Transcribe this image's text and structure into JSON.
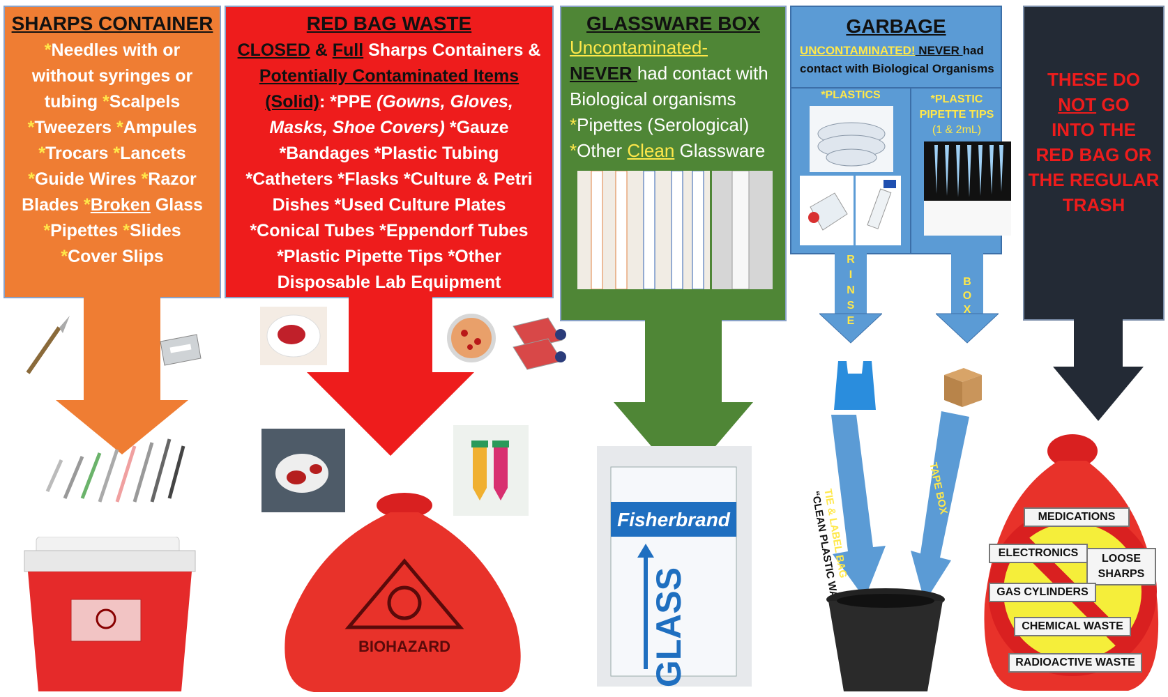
{
  "colors": {
    "orange": "#ef7d33",
    "red": "#ee1c1c",
    "green": "#4f8636",
    "blue": "#5b9bd5",
    "navy": "#232a35",
    "yellow": "#ffe84a"
  },
  "sharps": {
    "title": "SHARPS CONTAINER",
    "lines": [
      {
        "a": "*",
        "t": "Needles with or"
      },
      {
        "t": "without syringes or"
      },
      {
        "t": "tubing ",
        "a2": "*",
        "t2": "Scalpels"
      },
      {
        "a": "*",
        "t": "Tweezers ",
        "a2": "*",
        "t2": "Ampules"
      },
      {
        "a": "*",
        "t": "Trocars ",
        "a2": "*",
        "t2": "Lancets"
      },
      {
        "a": "*",
        "t": "Guide Wires ",
        "a2": "*",
        "t2": "Razor"
      },
      {
        "t": "Blades ",
        "a2": "*",
        "u": "Broken",
        "t2": " Glass"
      },
      {
        "a": "*",
        "t": "Pipettes ",
        "a2": "*",
        "t2": "Slides"
      },
      {
        "a": "*",
        "t": "Cover Slips"
      }
    ]
  },
  "redbag": {
    "title": "RED BAG WASTE",
    "l1a": "CLOSED",
    "l1b": " & ",
    "l1c": "Full",
    "l1d": " Sharps Containers &",
    "l2": "Potentially Contaminated Items",
    "l3a": "(Solid)",
    "l3b": ": *PPE ",
    "l3c": "(Gowns, Gloves,",
    "l4a": "Masks, Shoe Covers)",
    "l4b": " *Gauze",
    "l5": "*Bandages *Plastic Tubing",
    "l6": "*Catheters *Flasks *Culture & Petri",
    "l7": "Dishes *Used Culture Plates",
    "l8": "*Conical Tubes *Eppendorf Tubes",
    "l9": "*Plastic Pipette Tips *Other",
    "l10": "Disposable Lab Equipment",
    "bag_label": "BIOHAZARD"
  },
  "glass": {
    "title": "GLASSWARE BOX",
    "l1": "Uncontaminated-",
    "l2a": "NEVER ",
    "l2b": "had contact with",
    "l3": "Biological organisms",
    "l4a": "*",
    "l4b": "Pipettes (Serological)",
    "l5a": "*",
    "l5b": "Other ",
    "l5c": "Clean",
    "l5d": " Glassware",
    "box_brand": "Fisherbrand",
    "box_word": "GLASS"
  },
  "garbage": {
    "title": "GARBAGE",
    "l1a": "UNCONTAMINATED!",
    "l1b": " NEVER ",
    "l1c": "had",
    "l2": "contact with Biological Organisms",
    "plastics": "*PLASTICS",
    "tips1": "*PLASTIC",
    "tips2": "PIPETTE TIPS",
    "tips3": "(1 & 2mL)",
    "rinse": "RINSE",
    "box": "BOX",
    "tie1": "TIE & LABEL BAG",
    "tie2": "“CLEAN PLASTIC WASTE”",
    "tape": "TAPE BOX"
  },
  "donot": {
    "l1": "THESE DO",
    "l2a": "NOT",
    "l2b": " GO",
    "l3": "INTO THE",
    "l4": "RED BAG OR",
    "l5": "THE REGULAR",
    "l6": "TRASH",
    "items": [
      "MEDICATIONS",
      "ELECTRONICS",
      "LOOSE\nSHARPS",
      "GAS CYLINDERS",
      "CHEMICAL WASTE",
      "RADIOACTIVE WASTE"
    ]
  }
}
